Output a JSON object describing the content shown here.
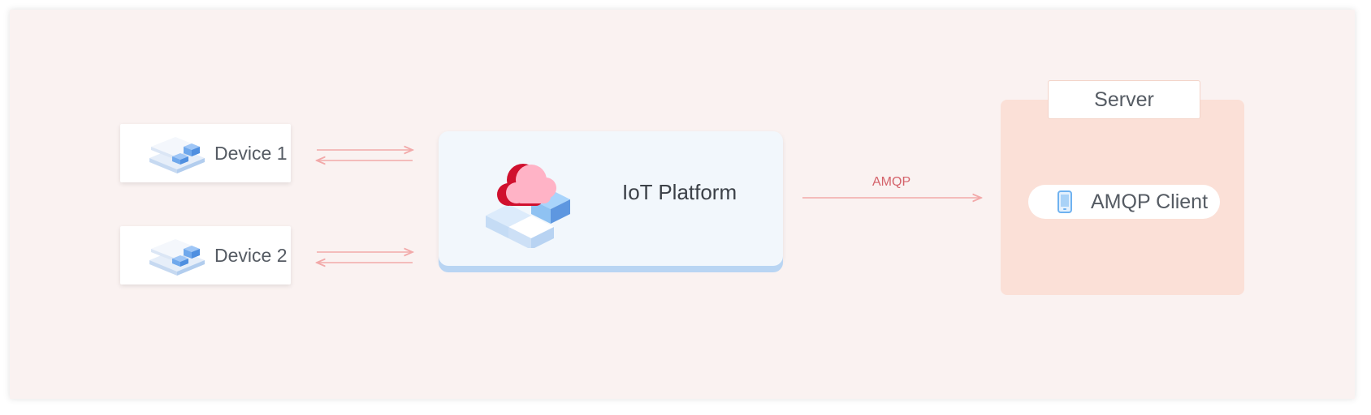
{
  "devices": [
    {
      "label": "Device 1"
    },
    {
      "label": "Device 2"
    }
  ],
  "platform": {
    "label": "IoT Platform"
  },
  "server": {
    "title": "Server",
    "client_label": "AMQP Client"
  },
  "connection": {
    "label": "AMQP"
  },
  "colors": {
    "background": "#faf2f1",
    "arrow": "#f2a9a9",
    "server_fill": "#fbe0d7",
    "platform_fill": "#f2f7fc",
    "cloud_red": "#d0102e",
    "cloud_pink": "#ffb3c6",
    "box_blue": "#6fa8ec"
  },
  "icons": [
    "device-stack-icon",
    "cloud-platform-icon",
    "mobile-phone-icon"
  ]
}
